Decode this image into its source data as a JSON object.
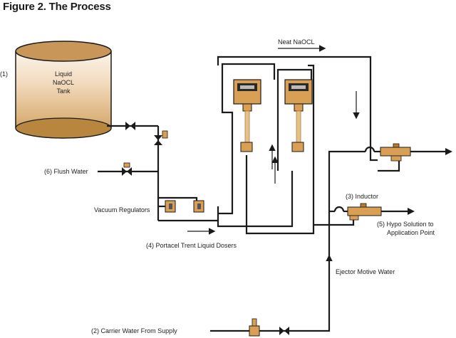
{
  "figure": {
    "title": "Figure 2. The Process"
  },
  "tank": {
    "number": "(1)",
    "line1": "Liquid",
    "line2": "NaOCL",
    "line3": "Tank"
  },
  "labels": {
    "neat": "Neat NaOCL",
    "flush": "(6) Flush Water",
    "vacuum": "Vacuum Regulators",
    "inductor": "(3) Inductor",
    "hypo1": "(5) Hypo Solution to",
    "hypo2": "Application Point",
    "dosers": "(4) Portacel Trent Liquid Dosers",
    "ejector": "Ejector Motive Water",
    "carrier": "(2) Carrier Water From Supply"
  },
  "colors": {
    "pipe": "#1a1a1a",
    "brass": "#d9a055",
    "brass_dark": "#b87a30",
    "tank_dark": "#b8863e"
  }
}
